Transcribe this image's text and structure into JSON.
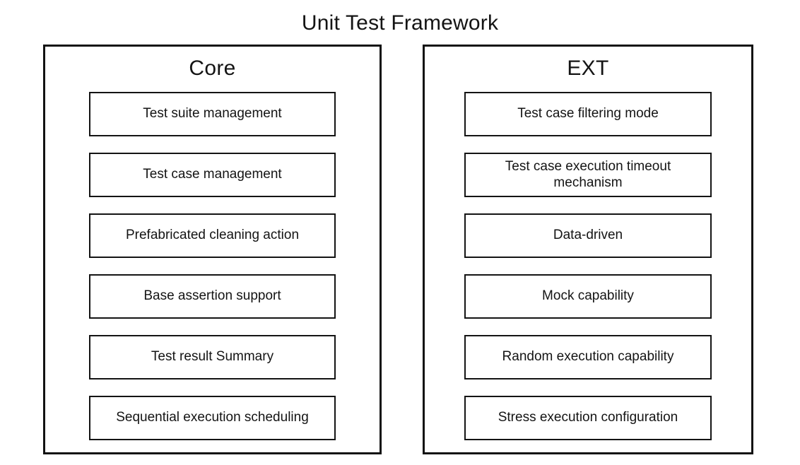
{
  "title": "Unit Test Framework",
  "colors": {
    "background": "#ffffff",
    "border": "#121212",
    "text": "#141414"
  },
  "panels": [
    {
      "title": "Core",
      "items": [
        "Test suite management",
        "Test case management",
        "Prefabricated cleaning action",
        "Base assertion support",
        "Test result Summary",
        "Sequential execution scheduling"
      ]
    },
    {
      "title": "EXT",
      "items": [
        "Test case filtering mode",
        "Test case execution timeout mechanism",
        "Data-driven",
        "Mock capability",
        "Random execution capability",
        "Stress execution configuration"
      ]
    }
  ]
}
